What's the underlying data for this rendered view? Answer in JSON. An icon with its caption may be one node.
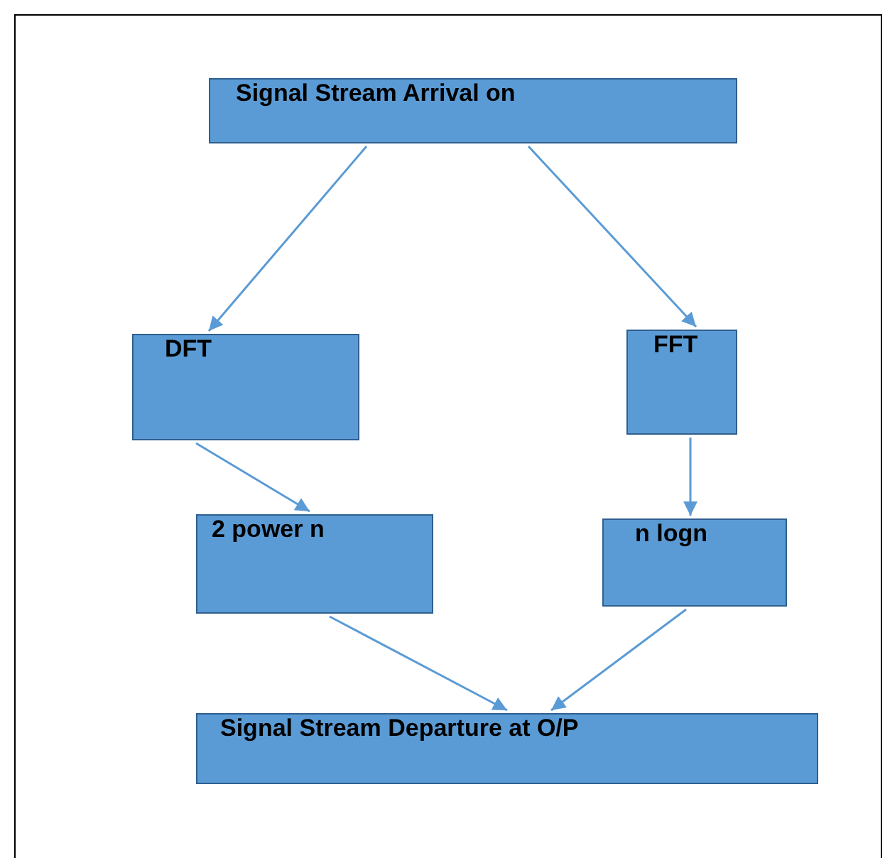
{
  "diagram": {
    "nodes": [
      {
        "text": [
          "Signal Stream Arrival on"
        ]
      },
      {
        "text": [
          "DFT"
        ]
      },
      {
        "text": [
          "FFT"
        ]
      },
      {
        "text": [
          "2 power n"
        ]
      },
      {
        "text": [
          "n logn"
        ]
      },
      {
        "text": [
          "Signal Stream Departure at O/P"
        ]
      }
    ],
    "edges": [
      {
        "from": 0,
        "to": 1,
        "arrow": "to"
      },
      {
        "from": 0,
        "to": 2,
        "arrow": "to"
      },
      {
        "from": 1,
        "to": 3,
        "arrow": "to"
      },
      {
        "from": 2,
        "to": 4,
        "arrow": "to"
      },
      {
        "from": 3,
        "to": 5,
        "arrow": "to"
      },
      {
        "from": 4,
        "to": 5,
        "arrow": "to"
      }
    ]
  }
}
